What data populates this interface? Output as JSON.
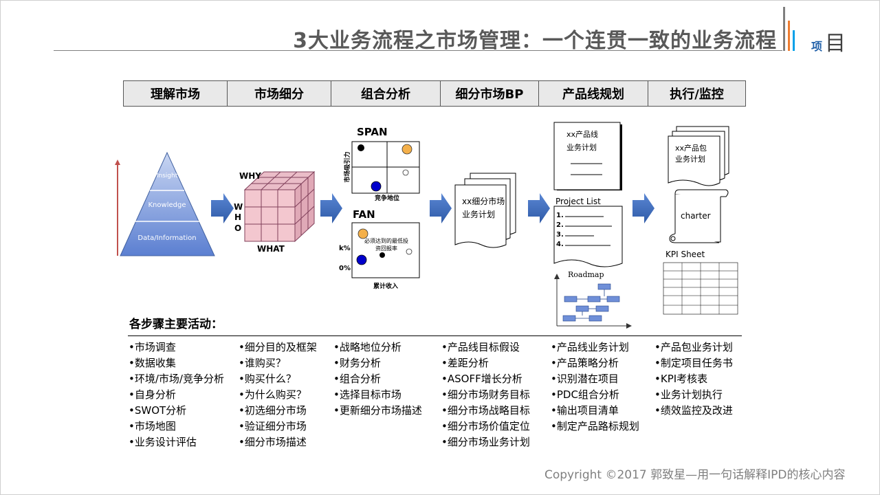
{
  "title": "3大业务流程之市场管理：一个连贯一致的业务流程",
  "logo": {
    "small": "项",
    "big": "目"
  },
  "colors": {
    "accent_orange": "#ed7d31",
    "accent_blue": "#00a0e9",
    "arrow_blue": "#4472c4",
    "pyramid_blue": "#6c8fd6",
    "cube_pink": "#f3c7cf"
  },
  "header": [
    "理解市场",
    "市场细分",
    "组合分析",
    "细分市场BP",
    "产品线规划",
    "执行/监控"
  ],
  "pyramid": {
    "top": "Insight",
    "middle": "Knowledge",
    "bottom": "Data/Information"
  },
  "cube": {
    "why": "WHY",
    "who": [
      "W",
      "H",
      "O"
    ],
    "what": "WHAT"
  },
  "span": {
    "title": "SPAN",
    "y_label": "市场吸引力",
    "x_label": "竞争地位"
  },
  "fan": {
    "title": "FAN",
    "note_line1": "必须达到的最低投",
    "note_line2": "资回报率",
    "k_label": "k%",
    "zero_label": "0%",
    "x_label": "累计收入"
  },
  "bp_doc": {
    "line1": "xx细分市场",
    "line2": "业务计划"
  },
  "plan_doc": {
    "line1": "xx产品线",
    "line2": "业务计划"
  },
  "project_list": {
    "title": "Project List",
    "items": [
      "1.",
      "2.",
      "3.",
      "4."
    ]
  },
  "roadmap": {
    "title": "Roadmap"
  },
  "package_doc": {
    "line1": "xx产品包",
    "line2": "业务计划"
  },
  "charter": {
    "label": "charter"
  },
  "kpi": {
    "title": "KPI Sheet"
  },
  "activities_heading": "各步骤主要活动：",
  "activities": [
    [
      "市场调查",
      "数据收集",
      "环境/市场/竞争分析",
      "自身分析",
      "SWOT分析",
      "市场地图",
      "业务设计评估"
    ],
    [
      "细分目的及框架",
      "谁购买？",
      "购买什么？",
      "为什么购买？",
      "初选细分市场",
      "验证细分市场",
      "细分市场描述"
    ],
    [
      "战略地位分析",
      "财务分析",
      "组合分析",
      "选择目标市场",
      "更新细分市场描述"
    ],
    [
      "产品线目标假设",
      "差距分析",
      "ASOFF增长分析",
      "细分市场财务目标",
      "细分市场战略目标",
      "细分市场价值定位",
      "细分市场业务计划"
    ],
    [
      "产品线业务计划",
      "产品策略分析",
      "识别潜在项目",
      "PDC组合分析",
      "输出项目清单",
      "制定产品路标规划"
    ],
    [
      "产品包业务计划",
      "制定项目任务书",
      "KPI考核表",
      "业务计划执行",
      "绩效监控及改进"
    ]
  ],
  "copyright": "Copyright ©2017 郭致星—用一句话解释IPD的核心内容"
}
